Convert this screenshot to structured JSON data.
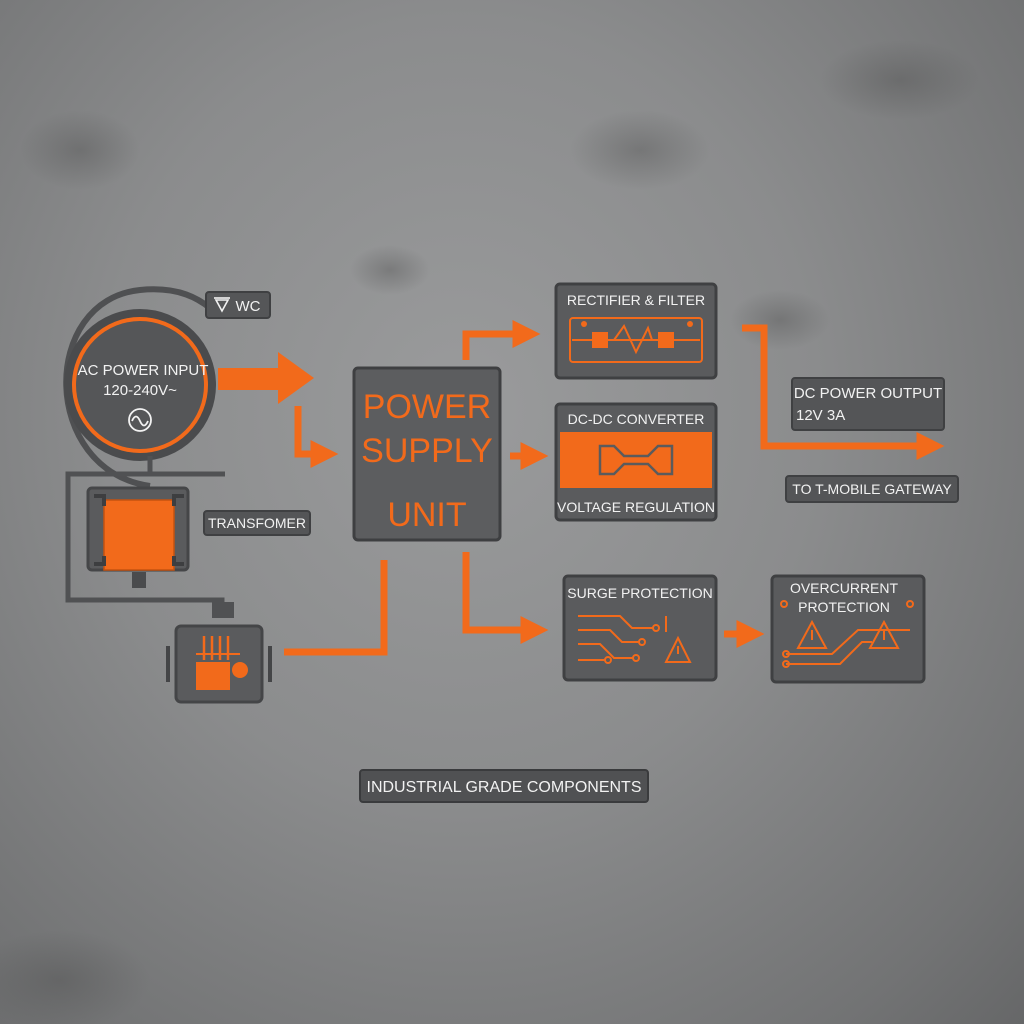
{
  "colors": {
    "accent": "#f26a1b",
    "panel": "#5d5e60",
    "panel_edge": "#3f4042",
    "label_text": "#f2f2f2",
    "background": "#8d8e8f"
  },
  "ac_input": {
    "line1": "AC POWER INPUT",
    "line2": "120-240V~",
    "icon": "sine-wave-icon",
    "tag_label": "WC",
    "tag_icon": "ground-triangle-icon"
  },
  "transformer": {
    "label": "TRANSFOMER",
    "icon": "transformer-core-icon"
  },
  "plug_module": {
    "icon": "plug-connector-icon"
  },
  "psu": {
    "line1": "POWER",
    "line2": "SUPPLY",
    "line3": "UNIT"
  },
  "rectifier": {
    "title": "RECTIFIER & FILTER",
    "icon": "rectifier-circuit-icon"
  },
  "dcdc": {
    "title": "DC-DC CONVERTER",
    "subtitle": "VOLTAGE REGULATION",
    "icon": "converter-icon"
  },
  "dc_output": {
    "line1": "DC POWER OUTPUT",
    "line2": "12V 3A",
    "destination": "TO T-MOBILE GATEWAY"
  },
  "surge": {
    "title": "SURGE PROTECTION",
    "icon": "circuit-warning-icon"
  },
  "overcurrent": {
    "line1": "OVERCURRENT",
    "line2": "PROTECTION",
    "icon": "dual-warning-icon"
  },
  "footer": {
    "label": "INDUSTRIAL GRADE COMPONENTS"
  }
}
